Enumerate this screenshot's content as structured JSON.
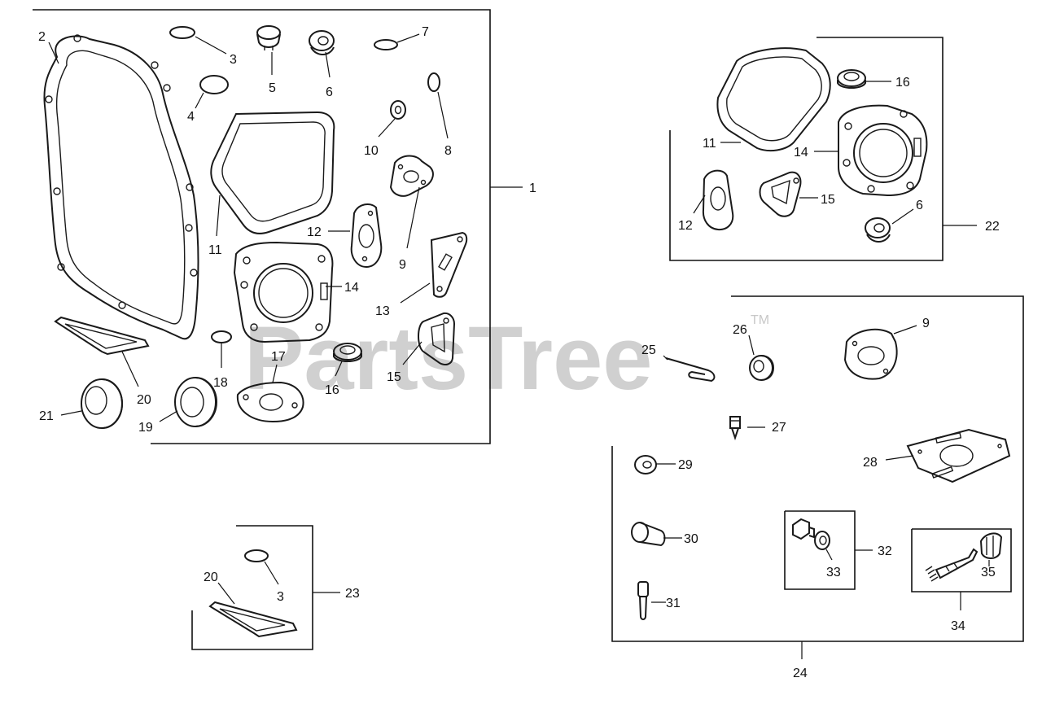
{
  "watermark": {
    "text": "PartsTree",
    "tm": "TM"
  },
  "callouts": {
    "c1": "1",
    "c2": "2",
    "c3": "3",
    "c4": "4",
    "c5": "5",
    "c6": "6",
    "c7": "7",
    "c8": "8",
    "c9": "9",
    "c10": "10",
    "c11": "11",
    "c12": "12",
    "c13": "13",
    "c14": "14",
    "c15": "15",
    "c16": "16",
    "c17": "17",
    "c18": "18",
    "c19": "19",
    "c20": "20",
    "c21": "21",
    "k22_11": "11",
    "k22_16": "16",
    "k22_14": "14",
    "k22_12": "12",
    "k22_15": "15",
    "k22_6": "6",
    "k22": "22",
    "k23_20": "20",
    "k23_3": "3",
    "k23": "23",
    "k24_25": "25",
    "k24_26": "26",
    "k24_9": "9",
    "k24_27": "27",
    "k24_28": "28",
    "k24_29": "29",
    "k24_30": "30",
    "k24_31": "31",
    "k24_32": "32",
    "k24_33": "33",
    "k24_34": "34",
    "k24_35": "35",
    "k24": "24"
  }
}
